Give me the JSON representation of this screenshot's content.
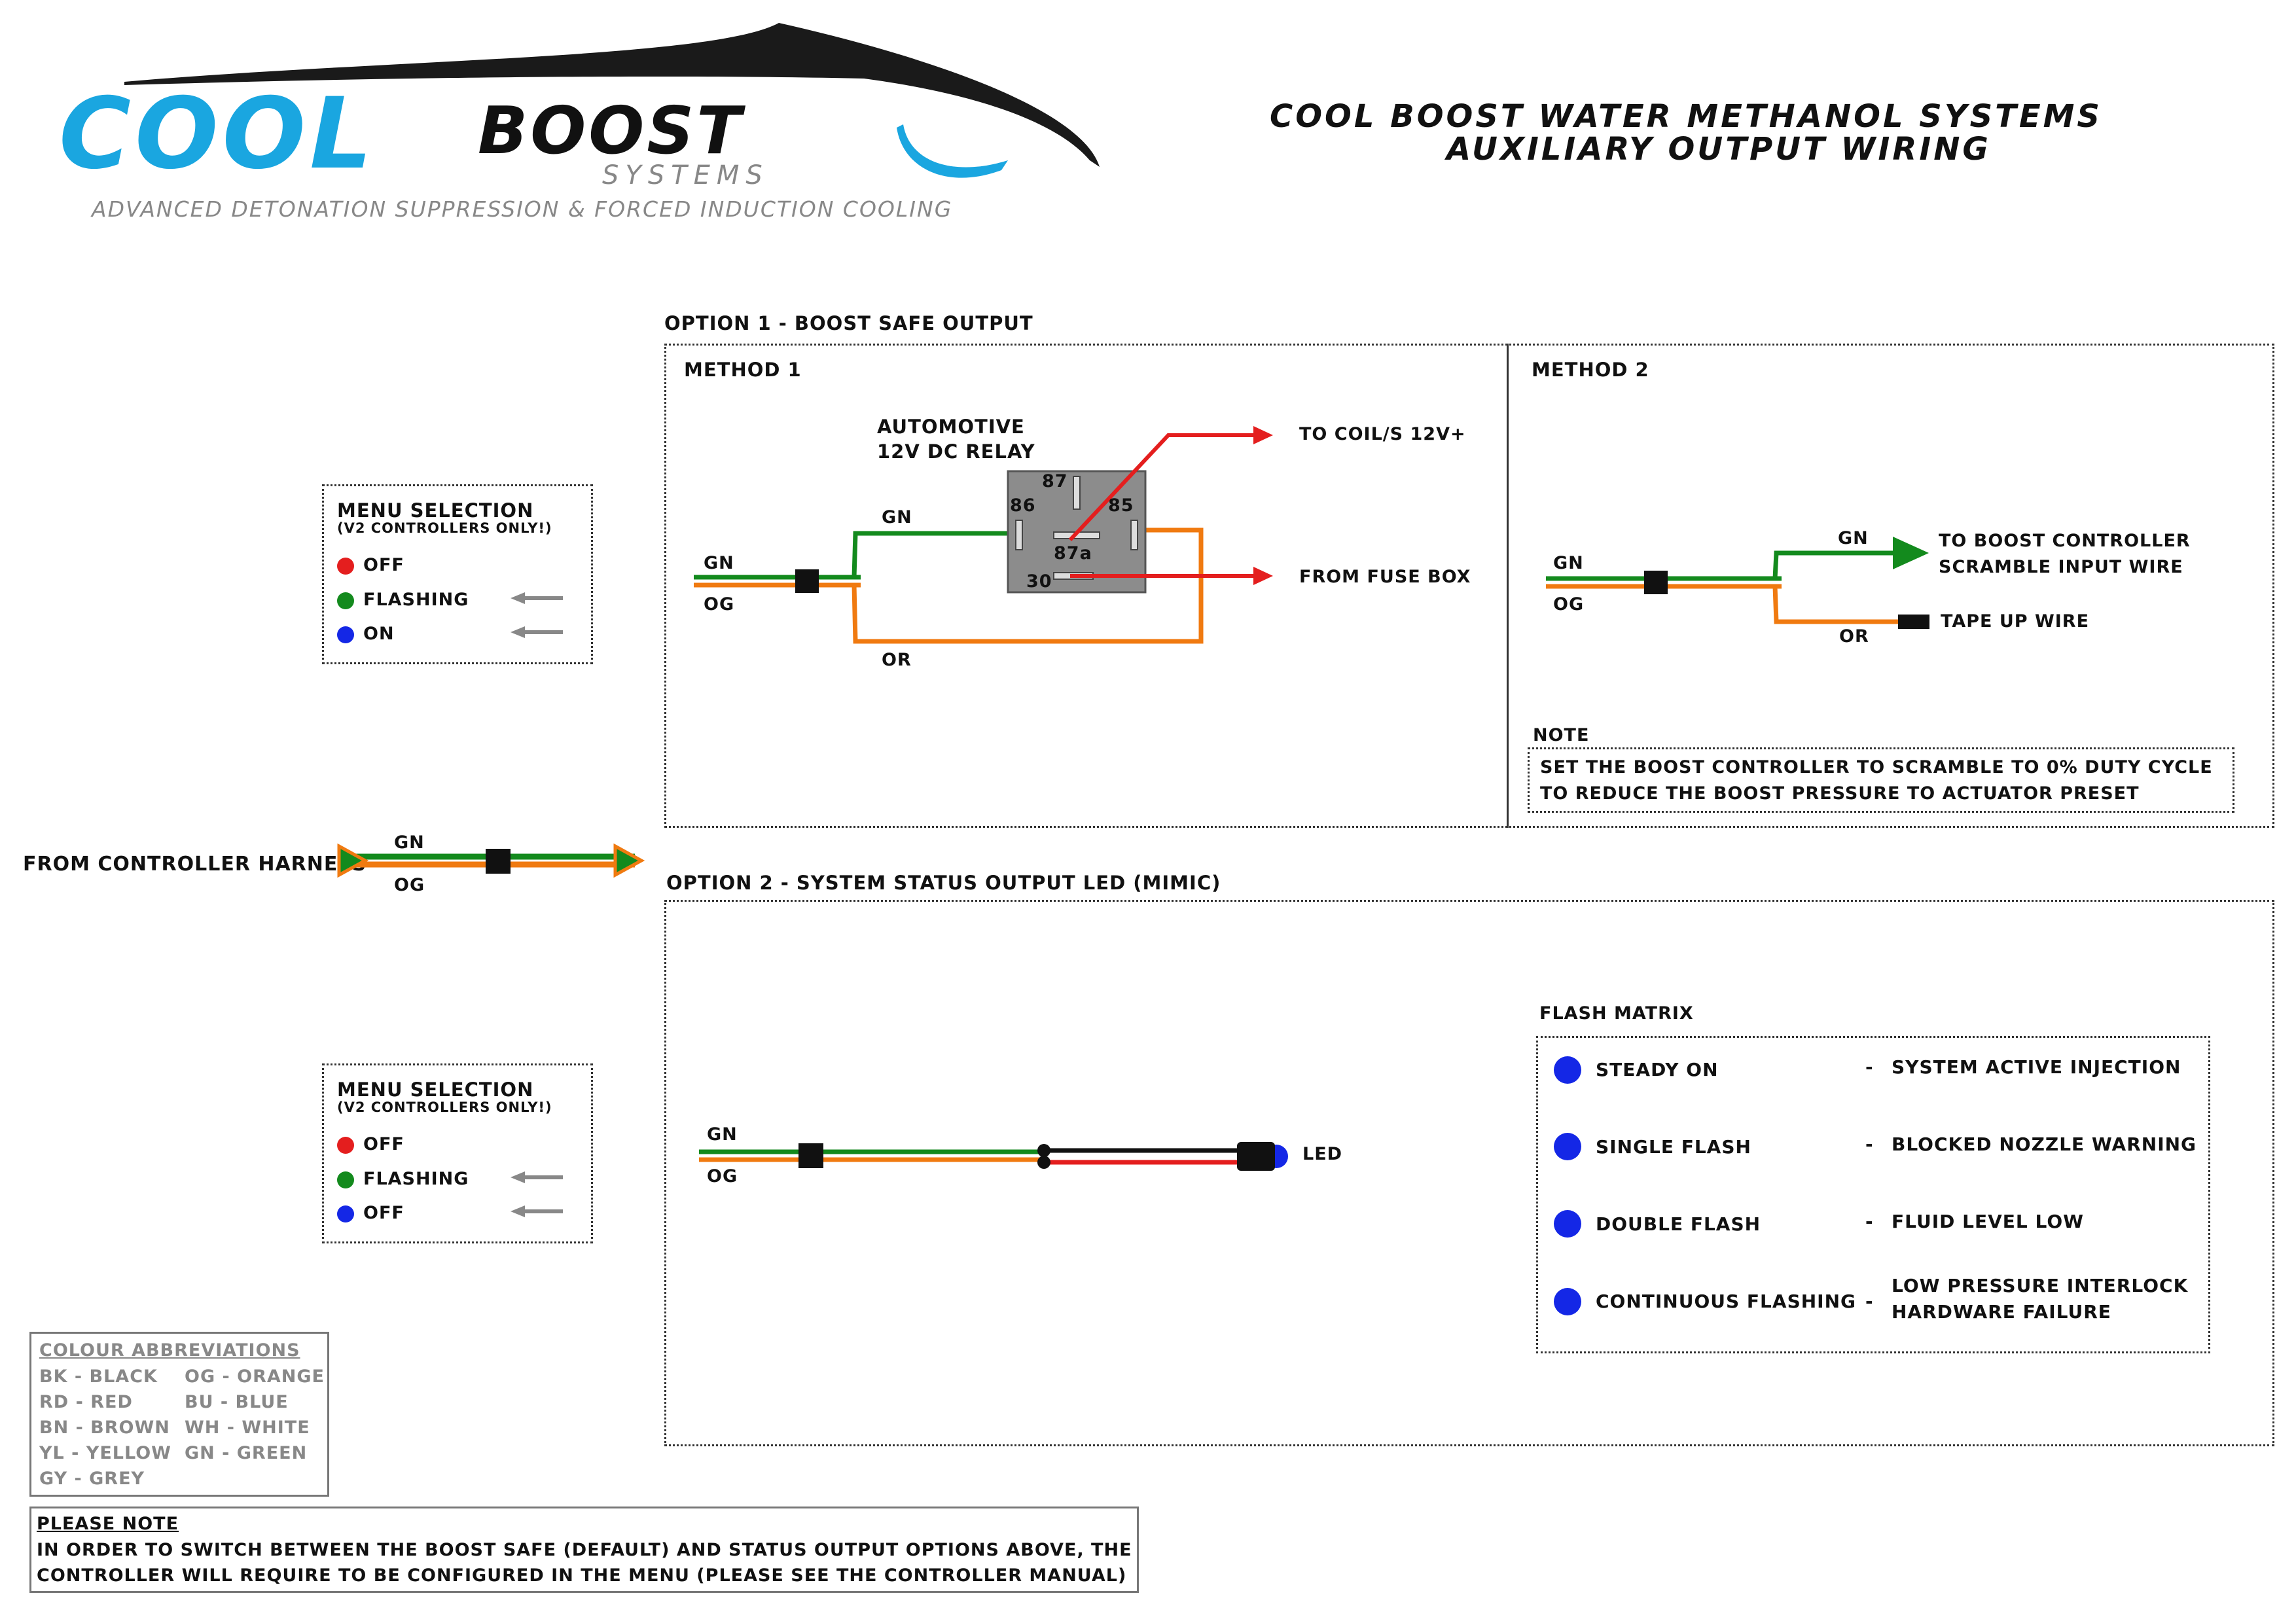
{
  "header": {
    "logo_cool": "COOL",
    "logo_boost": "BOOST",
    "logo_systems": "SYSTEMS",
    "tagline": "ADVANCED DETONATION SUPPRESSION & FORCED INDUCTION COOLING",
    "title_line1": "COOL BOOST WATER METHANOL SYSTEMS",
    "title_line2": "AUXILIARY OUTPUT WIRING"
  },
  "colors": {
    "logo_blue": "#1aa6e0",
    "green": "#138a1d",
    "orange": "#f07a10",
    "red": "#e41e1e",
    "led_blue": "#1427e6"
  },
  "menu1": {
    "title": "MENU SELECTION",
    "subtitle": "(V2 CONTROLLERS ONLY!)",
    "items": [
      {
        "label": "OFF",
        "color": "#e41e1e",
        "arrow": false
      },
      {
        "label": "FLASHING",
        "color": "#138a1d",
        "arrow": true
      },
      {
        "label": "ON",
        "color": "#1427e6",
        "arrow": true
      }
    ]
  },
  "menu2": {
    "title": "MENU SELECTION",
    "subtitle": "(V2 CONTROLLERS ONLY!)",
    "items": [
      {
        "label": "OFF",
        "color": "#e41e1e",
        "arrow": false
      },
      {
        "label": "FLASHING",
        "color": "#138a1d",
        "arrow": true
      },
      {
        "label": "OFF",
        "color": "#1427e6",
        "arrow": true
      }
    ]
  },
  "harness": {
    "label": "FROM CONTROLLER HARNESS",
    "gn": "GN",
    "og": "OG"
  },
  "option1": {
    "title": "OPTION 1 - BOOST SAFE OUTPUT",
    "method1": {
      "title": "METHOD 1",
      "relay_line1": "AUTOMOTIVE",
      "relay_line2": "12V DC RELAY",
      "pin87": "87",
      "pin86": "86",
      "pin85": "85",
      "pin87a": "87a",
      "pin30": "30",
      "gn_in": "GN",
      "og_in": "OG",
      "gn_wire": "GN",
      "or_wire": "OR",
      "to_coil": "TO COIL/S 12V+",
      "from_fuse": "FROM FUSE BOX"
    },
    "method2": {
      "title": "METHOD 2",
      "gn_in": "GN",
      "og_in": "OG",
      "gn_wire": "GN",
      "or_wire": "OR",
      "to_boost_line1": "TO BOOST CONTROLLER",
      "to_boost_line2": "SCRAMBLE INPUT WIRE",
      "tape_up": "TAPE UP WIRE",
      "note_title": "NOTE",
      "note_line1": "SET THE BOOST CONTROLLER TO SCRAMBLE TO 0% DUTY CYCLE",
      "note_line2": "TO REDUCE THE BOOST PRESSURE TO ACTUATOR PRESET"
    }
  },
  "option2": {
    "title": "OPTION 2 - SYSTEM STATUS OUTPUT LED (MIMIC)",
    "gn": "GN",
    "og": "OG",
    "led": "LED",
    "flash_matrix_title": "FLASH MATRIX",
    "flash_matrix": [
      {
        "mode": "STEADY ON",
        "meaning_line1": "SYSTEM ACTIVE INJECTION",
        "meaning_line2": ""
      },
      {
        "mode": "SINGLE FLASH",
        "meaning_line1": "BLOCKED NOZZLE WARNING",
        "meaning_line2": ""
      },
      {
        "mode": "DOUBLE FLASH",
        "meaning_line1": "FLUID LEVEL LOW",
        "meaning_line2": ""
      },
      {
        "mode": "CONTINUOUS FLASHING",
        "meaning_line1": "LOW PRESSURE INTERLOCK",
        "meaning_line2": "HARDWARE FAILURE"
      }
    ],
    "dash": "-"
  },
  "colour_abbrev": {
    "title": "COLOUR ABBREVIATIONS",
    "left": [
      "BK - BLACK",
      "RD - RED",
      "BN - BROWN",
      "YL - YELLOW",
      "GY - GREY"
    ],
    "right": [
      "OG - ORANGE",
      "BU - BLUE",
      "WH - WHITE",
      "GN - GREEN"
    ]
  },
  "please_note": {
    "title": "PLEASE NOTE",
    "line1": "IN ORDER TO SWITCH BETWEEN THE BOOST SAFE (DEFAULT) AND STATUS OUTPUT OPTIONS ABOVE, THE",
    "line2": "CONTROLLER WILL REQUIRE TO BE CONFIGURED IN THE MENU (PLEASE SEE THE CONTROLLER MANUAL)"
  }
}
